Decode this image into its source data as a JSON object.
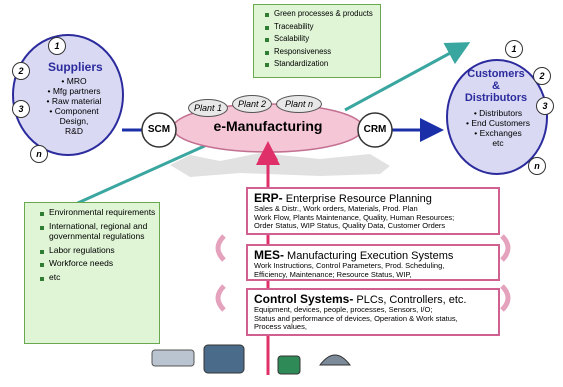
{
  "suppliers": {
    "title": "Suppliers",
    "items": [
      "MRO",
      "Mfg partners",
      "Raw material",
      "Component",
      "Design,",
      "R&D"
    ],
    "nums": [
      "1",
      "2",
      "3",
      "n"
    ]
  },
  "customers": {
    "title_line1": "Customers",
    "title_line2": "&",
    "title_line3": "Distributors",
    "items": [
      "Distributors",
      "End Customers",
      "Exchanges",
      "etc"
    ],
    "nums": [
      "1",
      "2",
      "3",
      "n"
    ]
  },
  "top_box": {
    "items": [
      "Green processes & products",
      "Traceability",
      "Scalability",
      "Responsiveness",
      "Standardization"
    ]
  },
  "left_box": {
    "items": [
      "Environmental requirements",
      "International, regional and governmental regulations",
      "Labor regulations",
      "Workforce needs",
      "etc"
    ]
  },
  "center": {
    "title": "e-Manufacturing",
    "plants": [
      "Plant 1",
      "Plant 2",
      "Plant n"
    ],
    "scm": "SCM",
    "crm": "CRM"
  },
  "erp": {
    "abbr": "ERP-",
    "title": " Enterprise Resource Planning",
    "lines": [
      "Sales & Distr., Work orders, Materials, Prod. Plan",
      "Work Flow, Plants Maintenance, Quality, Human Resources;",
      "Order Status, WIP Status, Quality Data, Customer Orders"
    ]
  },
  "mes": {
    "abbr": "MES-",
    "title": " Manufacturing Execution Systems",
    "lines": [
      "Work Instructions, Control Parameters, Prod. Scheduling,",
      "Efficiency, Maintenance; Resource Status, WIP,"
    ]
  },
  "control": {
    "abbr": "Control Systems-",
    "title": " PLCs, Controllers, etc.",
    "lines": [
      "Equipment, devices, people, processes, Sensors, I/O;",
      "Status and performance of devices, Operation & Work status,",
      "Process values,"
    ]
  },
  "colors": {
    "oval_fill": "#d9d9f3",
    "oval_border": "#2b2b9e",
    "center_fill": "#f5c6d6",
    "arrow_teal": "#3aa6a0",
    "arrow_blue": "#1b2fa8",
    "arrow_pink": "#e0306a",
    "green_fill": "#dff5d6",
    "pink_border": "#d06090"
  }
}
